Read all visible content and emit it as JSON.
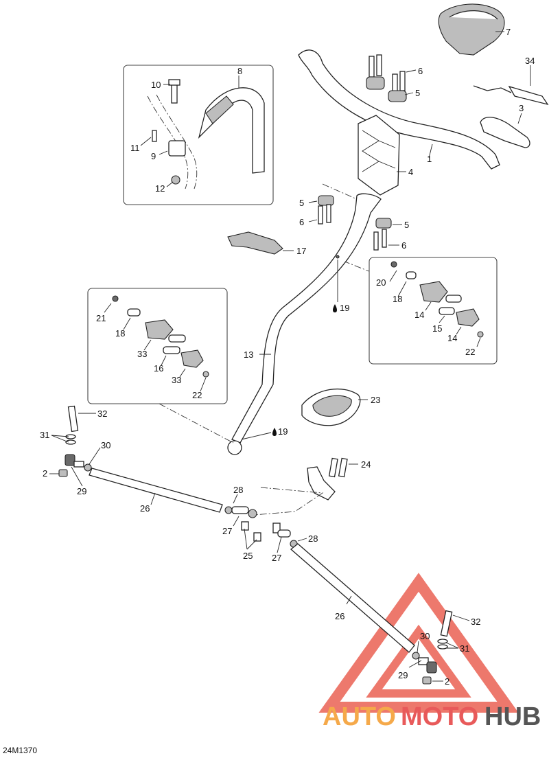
{
  "diagram": {
    "drawing_id": "24M1370",
    "callouts": {
      "c1": "1",
      "c2a": "2",
      "c2b": "2",
      "c3": "3",
      "c4": "4",
      "c5a": "5",
      "c5b": "5",
      "c5c": "5",
      "c6a": "6",
      "c6b": "6",
      "c6c": "6",
      "c7": "7",
      "c8": "8",
      "c9": "9",
      "c10": "10",
      "c11": "11",
      "c12": "12",
      "c13": "13",
      "c14a": "14",
      "c14b": "14",
      "c15": "15",
      "c16": "16",
      "c17": "17",
      "c18a": "18",
      "c18b": "18",
      "c19a": "19",
      "c19b": "19",
      "c20": "20",
      "c21": "21",
      "c22a": "22",
      "c22b": "22",
      "c23": "23",
      "c24": "24",
      "c25": "25",
      "c26a": "26",
      "c26b": "26",
      "c27a": "27",
      "c27b": "27",
      "c28a": "28",
      "c28b": "28",
      "c29a": "29",
      "c29b": "29",
      "c30a": "30",
      "c30b": "30",
      "c31a": "31",
      "c31b": "31",
      "c32a": "32",
      "c32b": "32",
      "c33a": "33",
      "c33b": "33",
      "c34": "34"
    }
  },
  "watermark": {
    "part1": "AUTO",
    "part2": "MOTO",
    "part3": "HUB",
    "color1": "#f5a94a",
    "color2": "#e85a5a",
    "color3": "#555555"
  }
}
